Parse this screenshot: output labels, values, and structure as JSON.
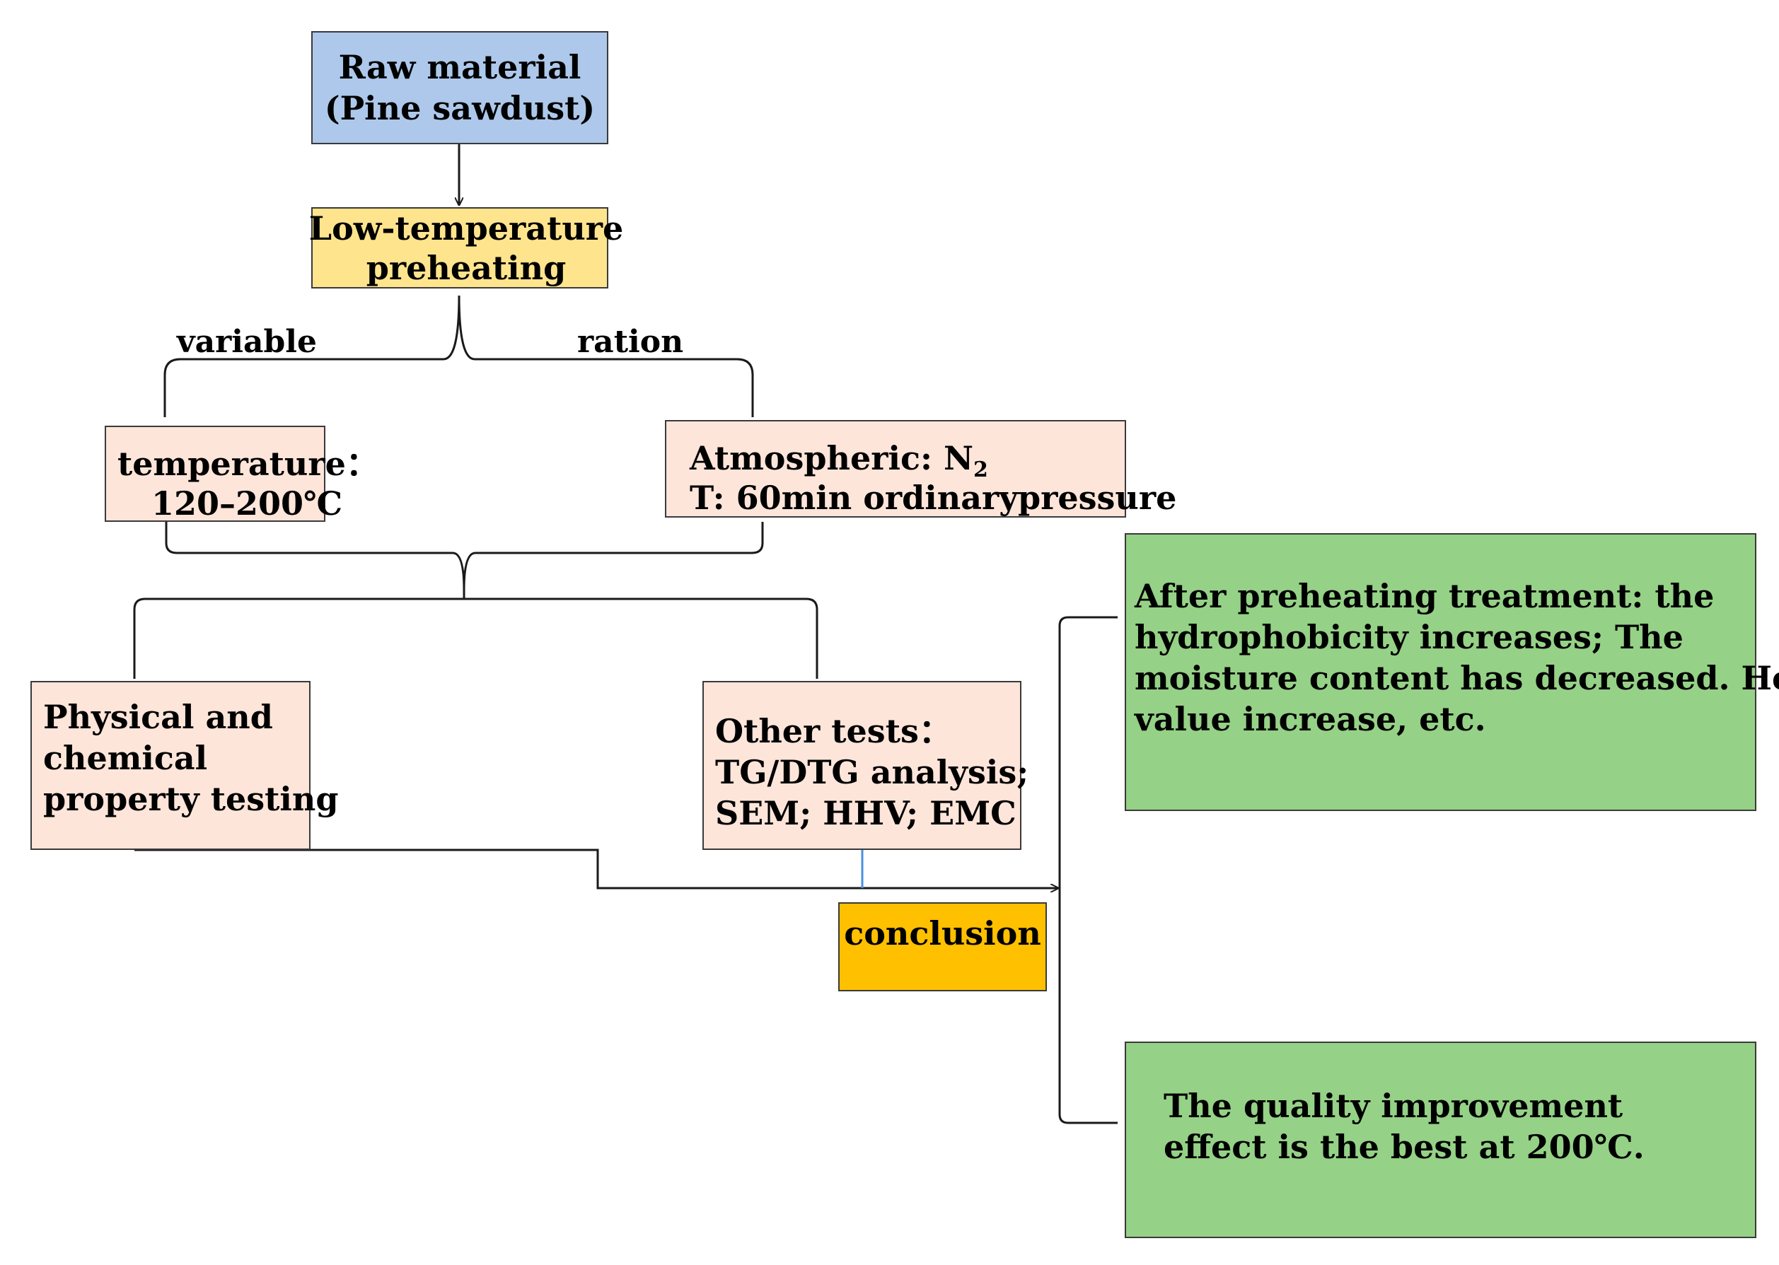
{
  "diagram": {
    "raw_material": {
      "line1": "Raw material",
      "line2": "(Pine sawdust)"
    },
    "preheating": {
      "line1": "Low-temperature",
      "line2": "preheating"
    },
    "branch_labels": {
      "left": "variable",
      "right": "ration"
    },
    "temperature": {
      "line1": "temperature：",
      "line2": "120–200℃"
    },
    "atmosphere": {
      "line1": "Atmospheric: N",
      "line1_sub": "2",
      "line2": "T: 60min  ordinarypressure"
    },
    "physical_tests": {
      "line1": "Physical and",
      "line2": "chemical",
      "line3": "property testing"
    },
    "other_tests": {
      "line1": "Other tests：",
      "line2": "TG/DTG analysis;",
      "line3": "SEM; HHV; EMC"
    },
    "conclusion": {
      "label": "conclusion"
    },
    "result_1": {
      "line1": "After preheating treatment: the",
      "line2": "hydrophobicity increases; The",
      "line3": "moisture content has decreased. Heat",
      "line4": "value increase, etc."
    },
    "result_2": {
      "line1": "The quality improvement",
      "line2": "effect is the best at 200℃."
    },
    "colors": {
      "raw_material_fill": "#adc8ea",
      "preheating_fill": "#ffe48e",
      "parameter_fill": "#fde5da",
      "result_fill": "#95d186",
      "conclusion_fill": "#ffc000",
      "stub_line": "#4a90e2"
    }
  }
}
